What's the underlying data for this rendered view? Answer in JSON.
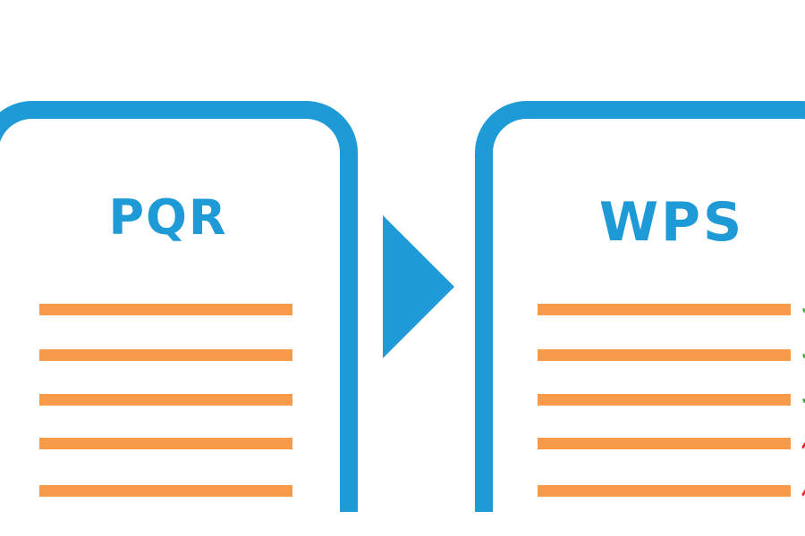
{
  "documents": {
    "left": {
      "title": "PQR",
      "line_count": 5
    },
    "right": {
      "title": "WPS",
      "line_count": 5,
      "marks": [
        {
          "status": "pass",
          "symbol": "✓"
        },
        {
          "status": "pass",
          "symbol": "✓"
        },
        {
          "status": "pass",
          "symbol": "✓"
        },
        {
          "status": "fail",
          "symbol": "✗"
        },
        {
          "status": "fail",
          "symbol": "✗"
        }
      ]
    }
  },
  "colors": {
    "frame": "#1e9ad6",
    "line": "#f99a4b",
    "pass": "#39a935",
    "fail": "#e3262b"
  }
}
